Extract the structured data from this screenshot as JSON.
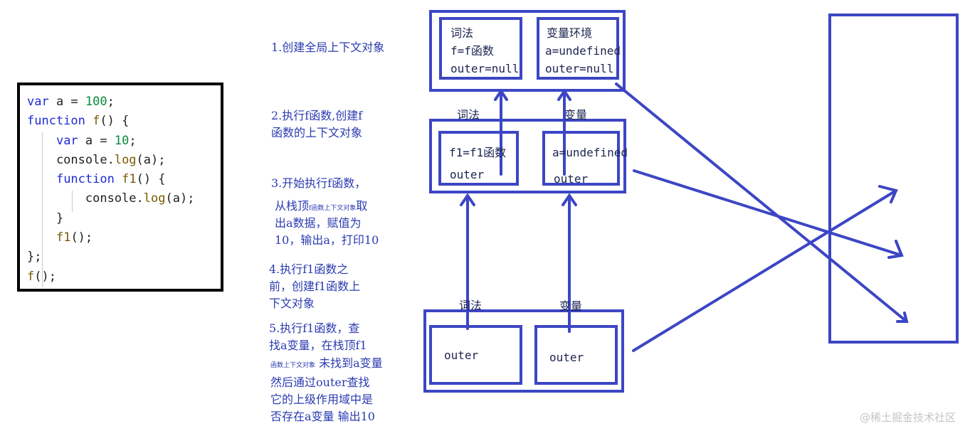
{
  "code": {
    "lines": [
      {
        "parts": [
          [
            "kw",
            "var"
          ],
          [
            "",
            " a = "
          ],
          [
            "num",
            "100"
          ],
          [
            "",
            ";"
          ]
        ]
      },
      {
        "parts": [
          [
            "kw",
            "function"
          ],
          [
            "",
            " "
          ],
          [
            "fn",
            "f"
          ],
          [
            "",
            "() {"
          ]
        ]
      },
      {
        "parts": [
          [
            "",
            "    "
          ],
          [
            "kw",
            "var"
          ],
          [
            "",
            " a = "
          ],
          [
            "num",
            "10"
          ],
          [
            "",
            ";"
          ]
        ]
      },
      {
        "parts": [
          [
            "",
            "    console."
          ],
          [
            "fn",
            "log"
          ],
          [
            "",
            "(a);"
          ]
        ]
      },
      {
        "parts": [
          [
            "",
            "    "
          ],
          [
            "kw",
            "function"
          ],
          [
            "",
            " "
          ],
          [
            "fn",
            "f1"
          ],
          [
            "",
            "() {"
          ]
        ]
      },
      {
        "parts": [
          [
            "",
            "        console."
          ],
          [
            "fn",
            "log"
          ],
          [
            "",
            "(a);"
          ]
        ]
      },
      {
        "parts": [
          [
            "",
            "    }"
          ]
        ]
      },
      {
        "parts": [
          [
            "",
            "    "
          ],
          [
            "fn",
            "f1"
          ],
          [
            "",
            "();"
          ]
        ]
      },
      {
        "parts": [
          [
            "",
            "};"
          ]
        ]
      },
      {
        "parts": [
          [
            "fn",
            "f"
          ],
          [
            "",
            "();"
          ]
        ]
      }
    ]
  },
  "steps": {
    "s1": "1.创建全局上下文对象",
    "s2": "2.执行f函数,创建f\n函数的上下文对象",
    "s3_a": "3.开始执行f函数，",
    "s3_b_pre": "从栈顶",
    "s3_b_small": "f函数上下文对象",
    "s3_b_post": "取",
    "s3_c": "出a数据，赋值为\n10，输出a，打印10",
    "s4": "4.执行f1函数之\n前，创建f1函数上\n下文对象",
    "s5_a": "5.执行f1函数，查\n找a变量，在栈顶f1",
    "s5_b_small": "函数上下文对象",
    "s5_b_post": " 未找到a变量",
    "s5_c": "然后通过outer查找\n它的上级作用域中是\n否存在a变量 输出10"
  },
  "global_ctx": {
    "lex_title": "词法",
    "lex_body": "f=f函数\nouter=null",
    "var_title": "变量环境",
    "var_body": "a=undefined\nouter=null"
  },
  "f_ctx": {
    "lex_label": "词法",
    "var_label": "变量",
    "lex_body_1": "f1=f1函数",
    "lex_body_2": "outer",
    "var_body_1": "a=undefined",
    "var_body_2": "outer"
  },
  "f1_ctx": {
    "lex_label": "词法",
    "var_label": "变量",
    "lex_body": "outer",
    "var_body": "outer"
  },
  "watermark": "@稀土掘金技术社区",
  "colors": {
    "accent": "#3c46c4",
    "text": "#2a3bb0"
  }
}
